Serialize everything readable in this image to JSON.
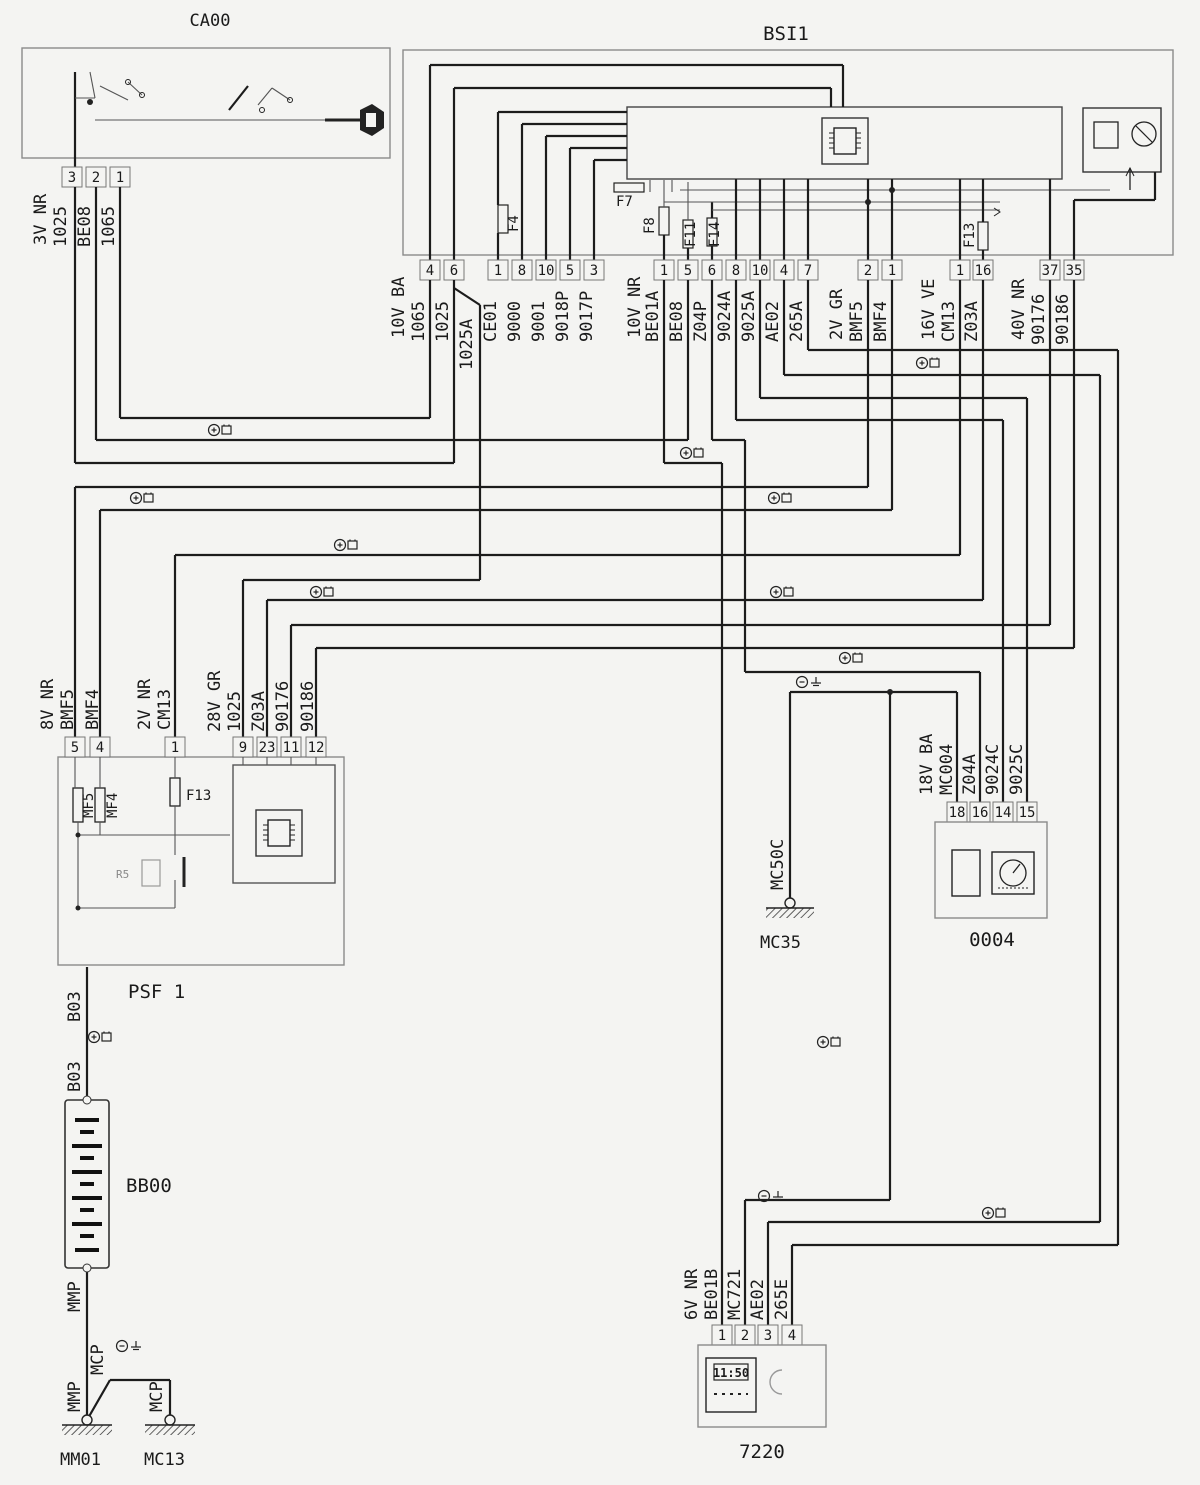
{
  "components": {
    "ca00": "CA00",
    "bsi1": "BSI1",
    "psf1": "PSF 1",
    "bb00": "BB00",
    "mm01": "MM01",
    "mc13": "MC13",
    "mc35": "MC35",
    "c0004": "0004",
    "c7220": "7220"
  },
  "ca00_connector": {
    "label": "3V NR",
    "pins": [
      "3",
      "2",
      "1"
    ],
    "wires": [
      "1025",
      "BE08",
      "1065"
    ]
  },
  "bsi_connector_a": {
    "label": "10V BA",
    "pins": [
      "4",
      "6",
      "1",
      "8",
      "10",
      "5",
      "3"
    ],
    "wires": [
      "1065",
      "1025",
      "1025A",
      "CE01",
      "9000",
      "9001",
      "9018P",
      "9017P"
    ]
  },
  "bsi_connector_b": {
    "label": "10V NR",
    "pins": [
      "1",
      "5",
      "6",
      "8",
      "10",
      "4",
      "7"
    ],
    "wires": [
      "BE01A",
      "BE08",
      "Z04P",
      "9024A",
      "9025A",
      "AE02",
      "265A"
    ]
  },
  "bsi_connector_c": {
    "label": "2V GR",
    "pins": [
      "2",
      "1"
    ],
    "wires": [
      "BMF5",
      "BMF4"
    ]
  },
  "bsi_connector_d": {
    "label": "16V VE",
    "pins": [
      "1",
      "16"
    ],
    "wires": [
      "CM13",
      "Z03A"
    ]
  },
  "bsi_connector_e": {
    "label": "40V NR",
    "pins": [
      "37",
      "35"
    ],
    "wires": [
      "90176",
      "90186"
    ]
  },
  "bsi_fuses": [
    "F4",
    "F7",
    "F8",
    "F11",
    "F14",
    "F13"
  ],
  "psf_connector_a": {
    "label": "8V NR",
    "pins": [
      "5",
      "4"
    ],
    "wires": [
      "BMF5",
      "BMF4"
    ]
  },
  "psf_connector_b": {
    "label": "2V NR",
    "pins": [
      "1"
    ],
    "wires": [
      "CM13"
    ]
  },
  "psf_connector_c": {
    "label": "28V GR",
    "pins": [
      "9",
      "23",
      "11",
      "12"
    ],
    "wires": [
      "1025",
      "Z03A",
      "90176",
      "90186"
    ]
  },
  "psf_internal": [
    "MF5",
    "MF4",
    "F13",
    "R5"
  ],
  "battery_wires": [
    "B03",
    "B03",
    "MMP"
  ],
  "ground_wires": {
    "mm01": "MMP",
    "mm01_mcp": "MCP",
    "mc13": "MCP",
    "mc35": "MC50C"
  },
  "c0004_connector": {
    "label": "18V BA",
    "pins": [
      "18",
      "16",
      "14",
      "15"
    ],
    "wires": [
      "MC004",
      "Z04A",
      "9024C",
      "9025C"
    ]
  },
  "c7220_connector": {
    "label": "6V NR",
    "pins": [
      "1",
      "2",
      "3",
      "4"
    ],
    "wires": [
      "BE01B",
      "MC721",
      "AE02",
      "265E"
    ]
  },
  "clock_display": "11:50"
}
